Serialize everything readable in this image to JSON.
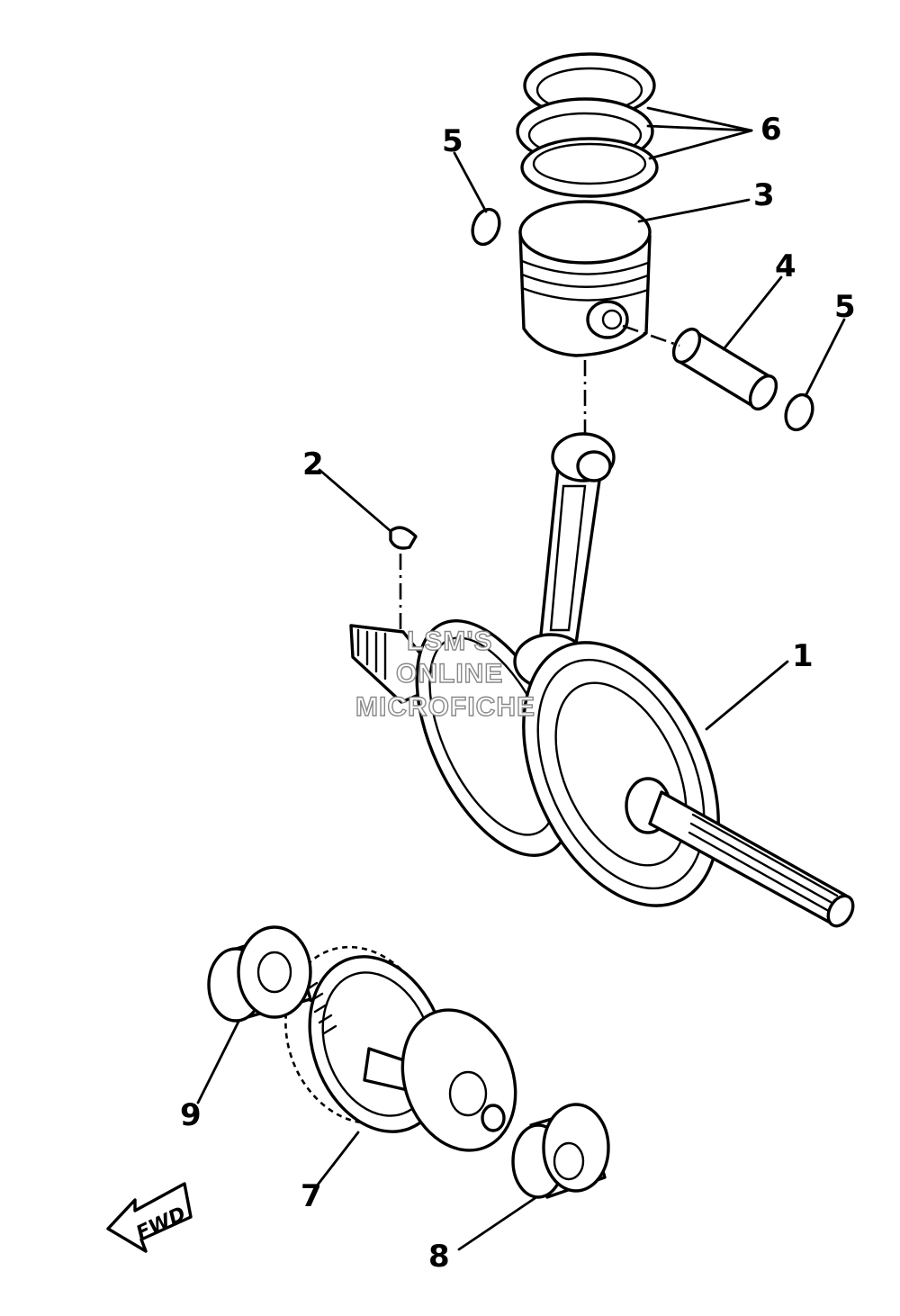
{
  "callouts": [
    {
      "id": "1",
      "label": "1"
    },
    {
      "id": "2",
      "label": "2"
    },
    {
      "id": "3",
      "label": "3"
    },
    {
      "id": "4",
      "label": "4"
    },
    {
      "id": "5a",
      "label": "5"
    },
    {
      "id": "5b",
      "label": "5"
    },
    {
      "id": "6",
      "label": "6"
    },
    {
      "id": "7",
      "label": "7"
    },
    {
      "id": "8",
      "label": "8"
    },
    {
      "id": "9",
      "label": "9"
    }
  ],
  "fwd_label": "FWD",
  "watermark": {
    "line1": "LSM'S",
    "line2": "ONLINE",
    "line3": "MICROFICHE"
  },
  "colors": {
    "ink": "#000000",
    "paper": "#ffffff",
    "watermark": "#888888"
  }
}
